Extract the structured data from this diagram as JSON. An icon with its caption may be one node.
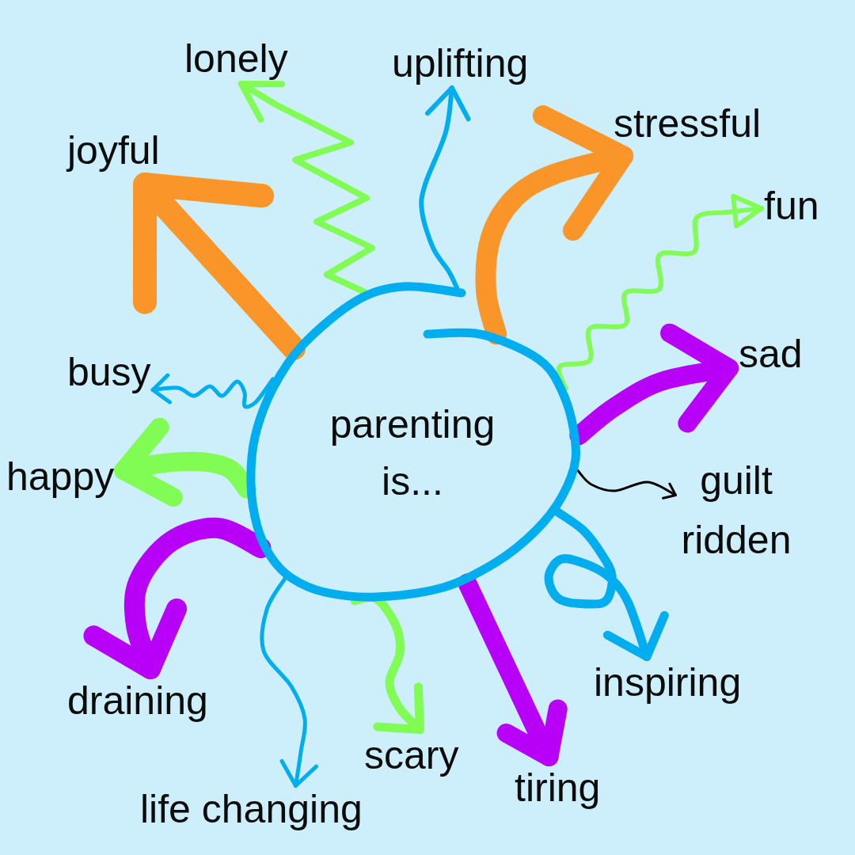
{
  "diagram": {
    "nodes": [
      {
        "text": [
          "parenting is..."
        ]
      },
      {
        "text": [
          "lonely"
        ]
      },
      {
        "text": [
          "uplifting"
        ]
      },
      {
        "text": [
          "stressful"
        ]
      },
      {
        "text": [
          "joyful"
        ]
      },
      {
        "text": [
          "fun"
        ]
      },
      {
        "text": [
          "sad"
        ]
      },
      {
        "text": [
          "busy"
        ]
      },
      {
        "text": [
          "happy"
        ]
      },
      {
        "text": [
          "guilt ridden"
        ]
      },
      {
        "text": [
          "inspiring"
        ]
      },
      {
        "text": [
          "draining"
        ]
      },
      {
        "text": [
          "scary"
        ]
      },
      {
        "text": [
          "tiring"
        ]
      },
      {
        "text": [
          "life changing"
        ]
      }
    ],
    "edges": [
      {
        "from": 0,
        "to": 1,
        "arrow": "to",
        "color": "#80fc55"
      },
      {
        "from": 0,
        "to": 2,
        "arrow": "to",
        "color": "#00adee"
      },
      {
        "from": 0,
        "to": 3,
        "arrow": "to",
        "style": "thick",
        "color": "#fa9629"
      },
      {
        "from": 0,
        "to": 4,
        "arrow": "to",
        "style": "thick",
        "color": "#fa9629"
      },
      {
        "from": 0,
        "to": 5,
        "arrow": "to",
        "color": "#80fc55"
      },
      {
        "from": 0,
        "to": 6,
        "arrow": "to",
        "style": "thick",
        "color": "#b800f8"
      },
      {
        "from": 0,
        "to": 7,
        "arrow": "to",
        "color": "#00adee"
      },
      {
        "from": 0,
        "to": 8,
        "arrow": "to",
        "style": "thick",
        "color": "#80fc55"
      },
      {
        "from": 0,
        "to": 9,
        "arrow": "to",
        "color": "#000000"
      },
      {
        "from": 0,
        "to": 10,
        "arrow": "to",
        "color": "#00adee"
      },
      {
        "from": 0,
        "to": 11,
        "arrow": "to",
        "style": "thick",
        "color": "#b800f8"
      },
      {
        "from": 0,
        "to": 12,
        "arrow": "to",
        "color": "#80fc55"
      },
      {
        "from": 0,
        "to": 13,
        "arrow": "to",
        "style": "thick",
        "color": "#b800f8"
      },
      {
        "from": 0,
        "to": 14,
        "arrow": "to",
        "color": "#00adee"
      }
    ]
  }
}
